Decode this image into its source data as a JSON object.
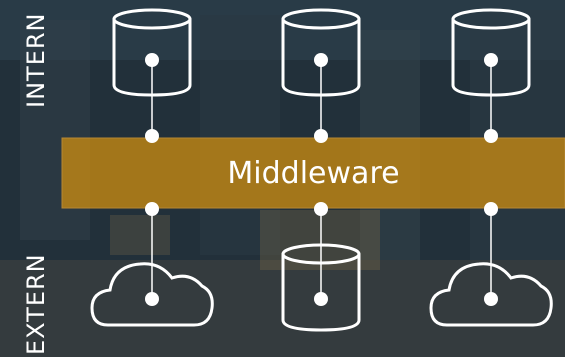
{
  "diagram": {
    "labels": {
      "intern": "INTERN",
      "extern": "EXTERN",
      "middleware": "Middleware"
    },
    "colors": {
      "band": "#c88a12",
      "stroke": "#ffffff",
      "background": "#22303a"
    },
    "top_row": [
      "database",
      "database",
      "database"
    ],
    "bottom_row": [
      "cloud",
      "database",
      "cloud"
    ]
  }
}
